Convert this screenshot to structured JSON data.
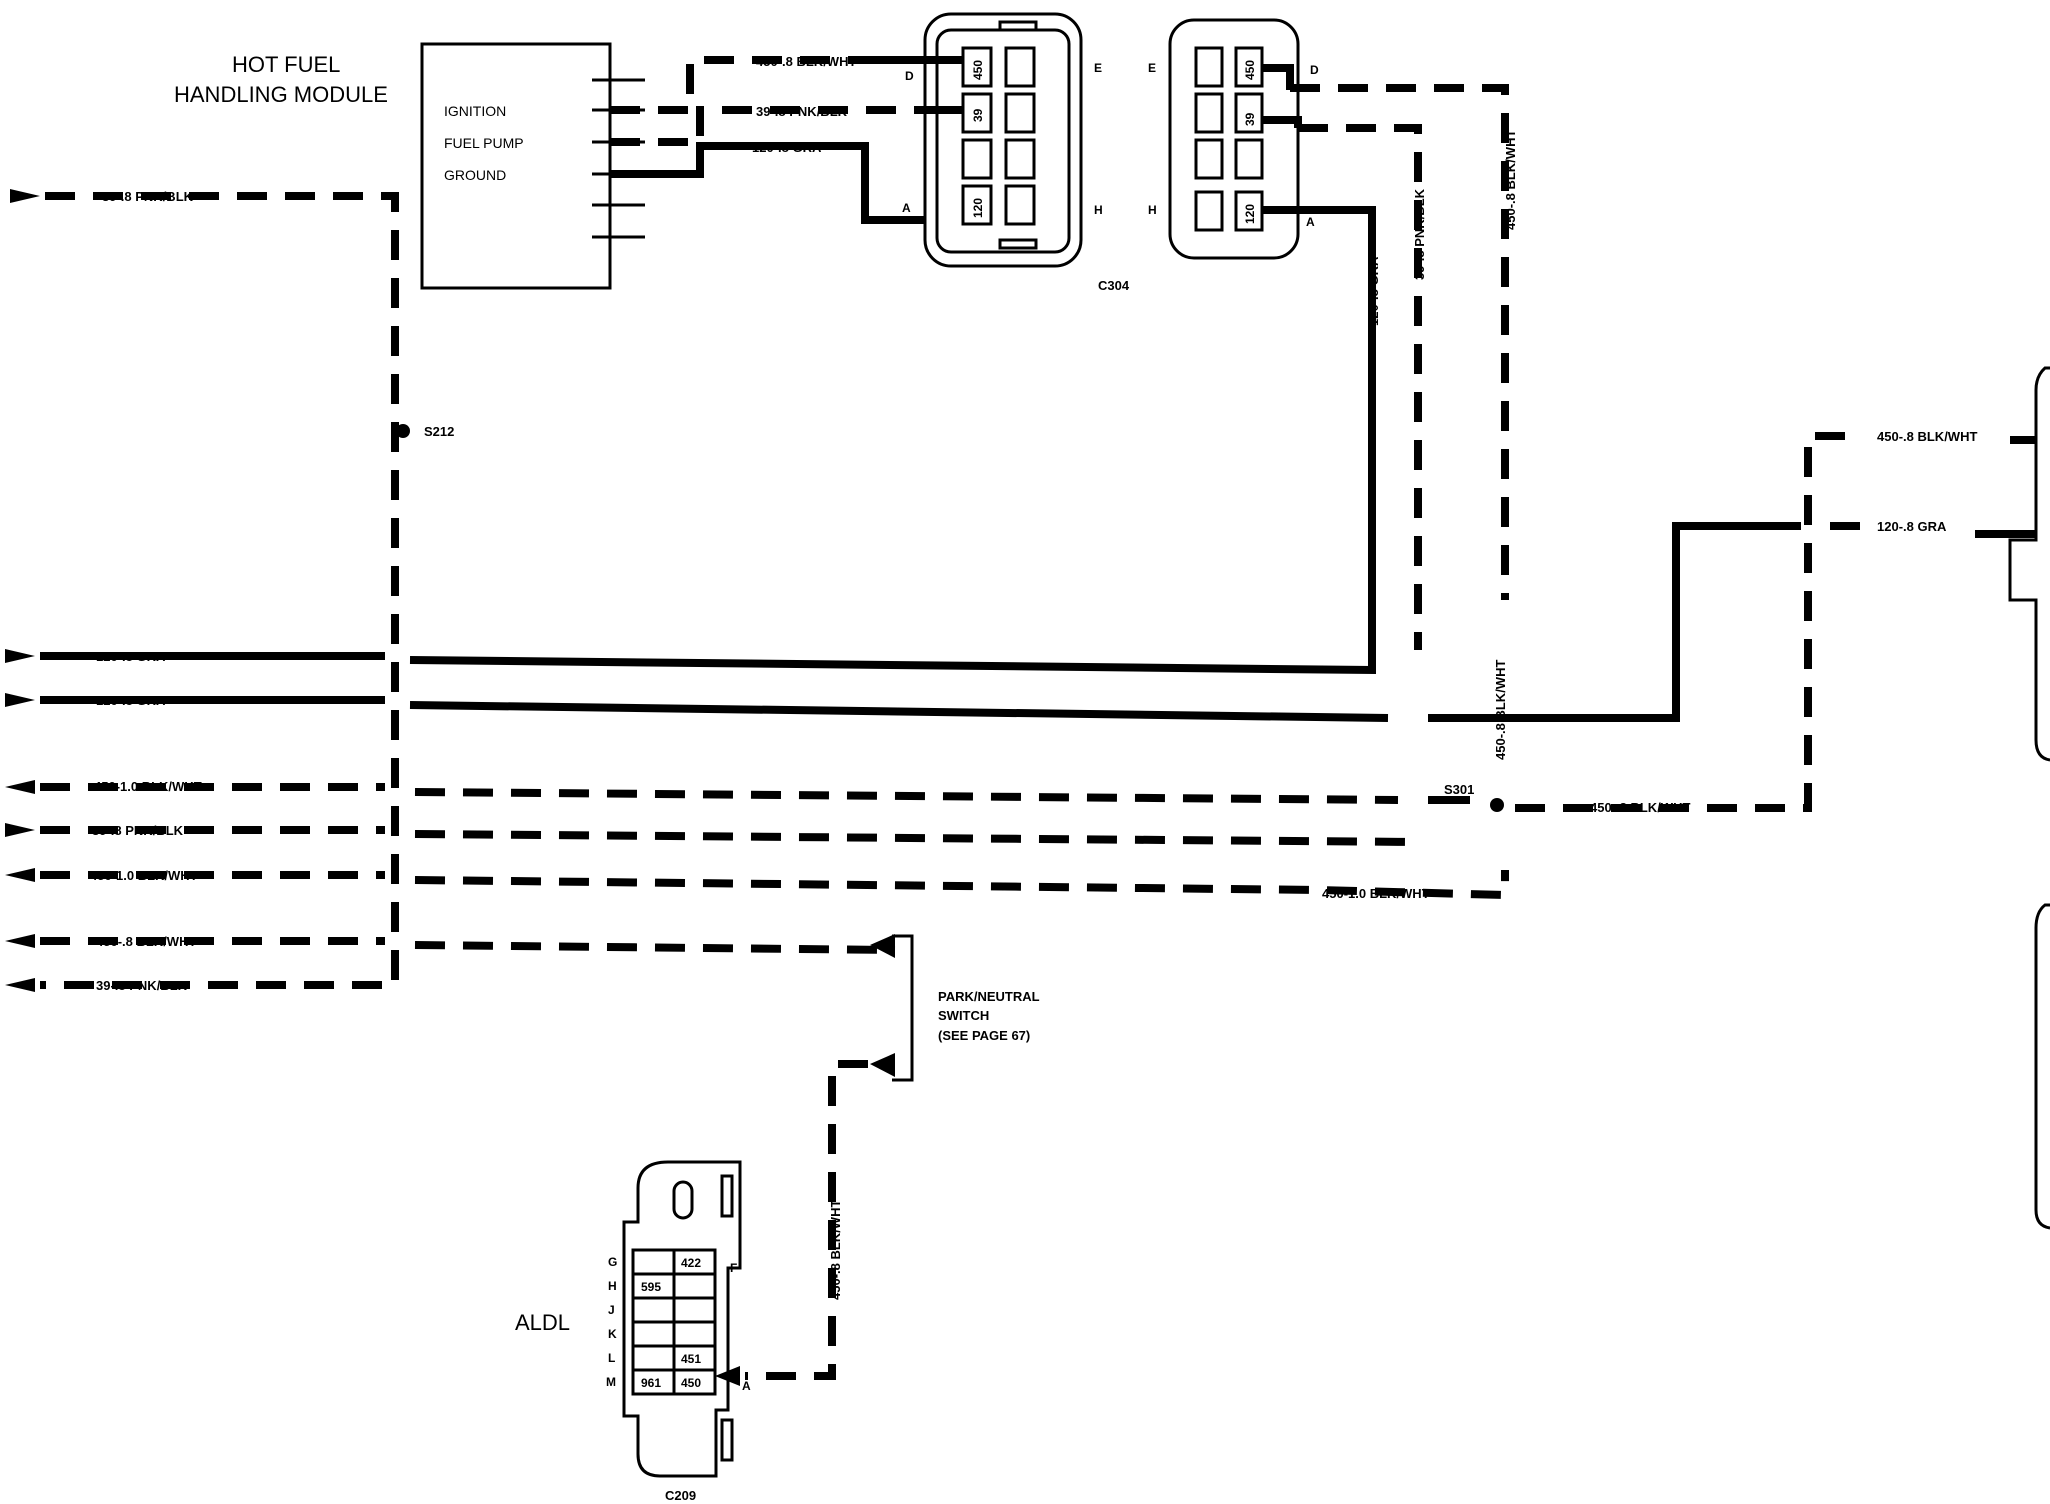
{
  "module": {
    "title_line1": "HOT FUEL",
    "title_line2": "HANDLING MODULE",
    "pins": [
      "IGNITION",
      "FUEL PUMP",
      "GROUND"
    ]
  },
  "connectors": {
    "c304": {
      "label": "C304",
      "cavities": [
        "450",
        "39",
        "120"
      ]
    },
    "c304_pins_left": [
      "D",
      "A"
    ],
    "c304_pins_mid": [
      "E",
      "H"
    ],
    "c304_pins_mid2": [
      "E",
      "H"
    ],
    "c304_pins_right": [
      "D",
      "A"
    ],
    "c209": {
      "label": "C209",
      "title": "ALDL",
      "row_letters": [
        "G",
        "H",
        "J",
        "K",
        "L",
        "M"
      ],
      "side_letters": [
        "F",
        "A"
      ],
      "cavities": [
        "422",
        "595",
        "451",
        "961",
        "450"
      ]
    }
  },
  "splices": {
    "s212": "S212",
    "s301": "S301"
  },
  "switch": {
    "line1": "PARK/NEUTRAL",
    "line2": "SWITCH",
    "line3": "(SEE PAGE 67)"
  },
  "wire_labels": {
    "top_450": "450-.8 BLK/WHT",
    "top_39": "39-.8 PNK/BLK",
    "top_120": "120-.8 GRA",
    "left_39_top": "39-.8 PNK/BLK",
    "left_120_a": "120-.8 GRA",
    "left_120_b": "120-.8 GRA",
    "left_450_a": "450-1.0 BLK/WHT",
    "left_39_b": "39-.8 PNK/BLK",
    "left_450_b": "450-1.0 BLK/WHT",
    "left_450_c": "450-.8 BLK/WHT",
    "left_39_c": "39-.8 PNK/BLK",
    "vert_120": "120-.8 GRA",
    "vert_39": "39-.8 PNK/BLK",
    "vert_450": "450-.8 BLK/WHT",
    "vert_450_low": "450-.8 BLK/WHT",
    "s301_right": "450-.8 BLK/WHT",
    "bottom_450": "450-1.0 BLK/WHT",
    "right_450": "450-.8 BLK/WHT",
    "right_120": "120-.8 GRA",
    "aldl_vert": "450-.8 BLK/WHT"
  },
  "icons": [
    "connector-arrow-icon",
    "splice-dot-icon"
  ]
}
